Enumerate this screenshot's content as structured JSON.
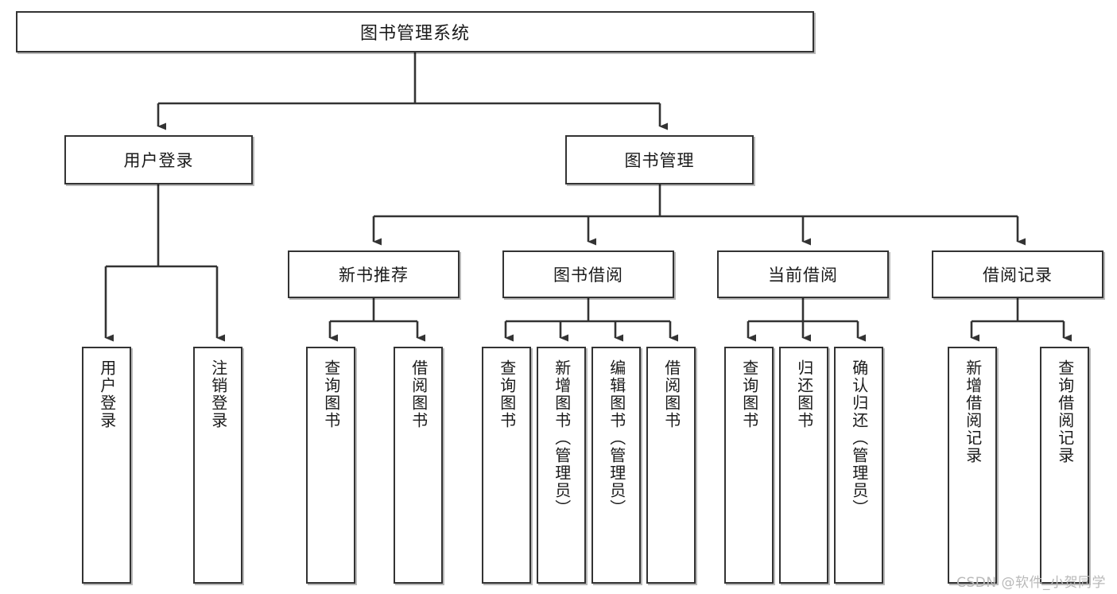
{
  "diagram": {
    "title": "图书管理系统",
    "type": "hierarchy-tree",
    "watermark": "CSDN @软件_小贺同学",
    "colors": {
      "box_border": "#333333",
      "box_fill": "#ffffff",
      "connector": "#333333",
      "text": "#1a1a1a",
      "watermark": "#b9b9b9"
    },
    "nodes": {
      "root": "图书管理系统",
      "level2": [
        {
          "label": "用户登录"
        },
        {
          "label": "图书管理"
        }
      ],
      "level3": [
        {
          "label": "新书推荐"
        },
        {
          "label": "图书借阅"
        },
        {
          "label": "当前借阅"
        },
        {
          "label": "借阅记录"
        }
      ],
      "leaves": {
        "user_login": [
          "用户登录",
          "注销登录"
        ],
        "new_book_recommend": [
          "查询图书",
          "借阅图书"
        ],
        "book_borrow": [
          "查询图书",
          "新增图书（管理员）",
          "编辑图书（管理员）",
          "借阅图书"
        ],
        "current_borrow": [
          "查询图书",
          "归还图书",
          "确认归还（管理员）"
        ],
        "borrow_record": [
          "新增借阅记录",
          "查询借阅记录"
        ]
      }
    }
  }
}
